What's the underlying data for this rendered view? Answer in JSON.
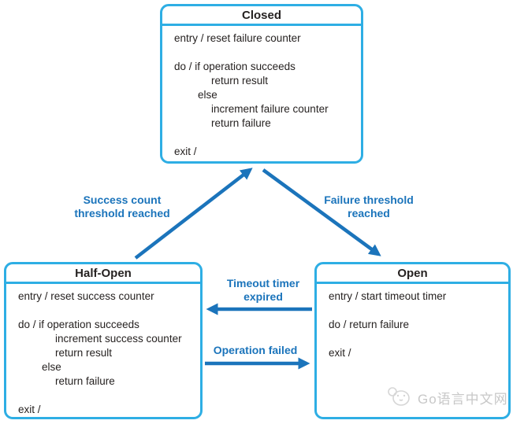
{
  "colors": {
    "box_border": "#2EAEE4",
    "arrow": "#1B74BB",
    "label_text": "#1B74BB",
    "body_text": "#262221",
    "watermark": "#C8C8C8"
  },
  "states": {
    "closed": {
      "title": "Closed",
      "entry": "entry / reset failure counter",
      "do_lines": [
        "do / if operation succeeds",
        "return result",
        "else",
        "increment failure counter",
        "return failure"
      ],
      "exit": "exit /"
    },
    "half_open": {
      "title": "Half-Open",
      "entry": "entry / reset success counter",
      "do_lines": [
        "do / if operation succeeds",
        "increment success counter",
        "return result",
        "else",
        "return failure"
      ],
      "exit": "exit /"
    },
    "open": {
      "title": "Open",
      "entry": "entry / start timeout timer",
      "do_lines": [
        "do / return failure"
      ],
      "exit": "exit /"
    }
  },
  "transitions": {
    "half_open_to_closed": {
      "from": "Half-Open",
      "to": "Closed",
      "label": [
        "Success count",
        "threshold reached"
      ]
    },
    "closed_to_open": {
      "from": "Closed",
      "to": "Open",
      "label": [
        "Failure threshold",
        "reached"
      ]
    },
    "open_to_half_open": {
      "from": "Open",
      "to": "Half-Open",
      "label": [
        "Timeout timer",
        "expired"
      ]
    },
    "half_open_to_open": {
      "from": "Half-Open",
      "to": "Open",
      "label": [
        "Operation failed"
      ]
    }
  },
  "watermark": {
    "text": "Go语言中文网",
    "logo": "gopher-logo"
  }
}
